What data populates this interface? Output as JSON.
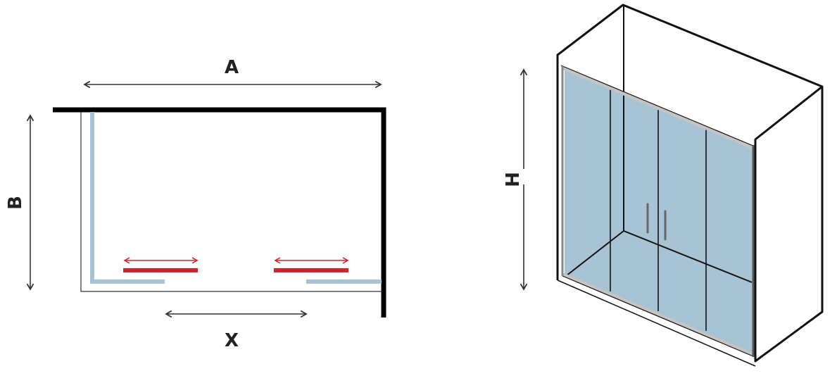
{
  "plan": {
    "width_label": "A",
    "depth_label": "B",
    "opening_label": "X"
  },
  "perspective": {
    "height_label": "H"
  },
  "colors": {
    "wall": "#000000",
    "glass": "#a7c3d4",
    "slide": "#d2222a",
    "frame": "#c4c4c4",
    "arrow": "#333333"
  }
}
